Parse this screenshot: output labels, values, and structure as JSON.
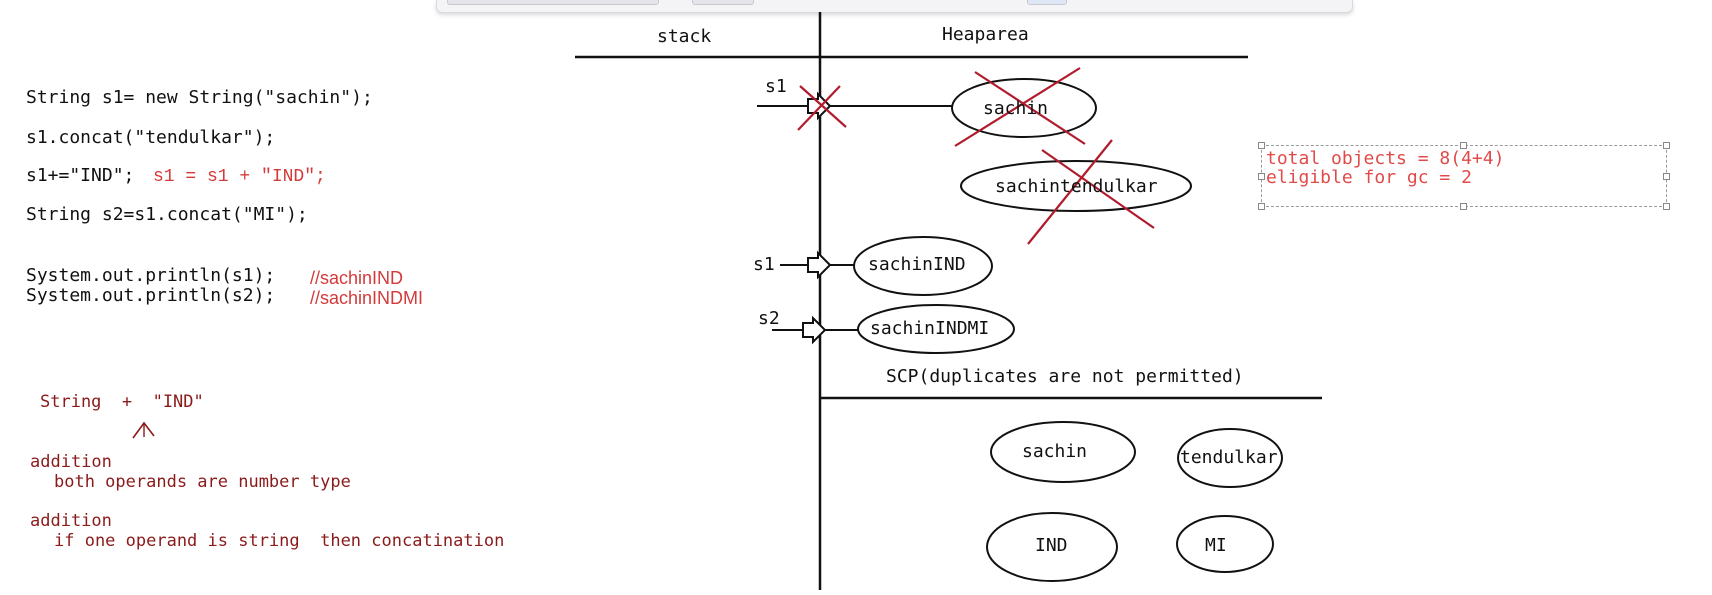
{
  "code_lines": {
    "line1": "String s1= new String(\"sachin\");",
    "line2": "s1.concat(\"tendulkar\");",
    "line3": "s1+=\"IND\";",
    "line3_note": "s1 = s1 + \"IND\";",
    "line4": "String s2=s1.concat(\"MI\");",
    "print1": "System.out.println(s1);",
    "print1_comment": "//sachinIND",
    "print2": "System.out.println(s2);",
    "print2_comment": "//sachinINDMI"
  },
  "operator_notes": {
    "expr": "String  +  \"IND\"",
    "addition1": "addition",
    "rule1": "both operands are number type",
    "addition2": "addition",
    "rule2": "if one operand is string  then concatination"
  },
  "diagram": {
    "stack_label": "stack",
    "heap_label": "Heaparea",
    "scp_label": "SCP(duplicates are not permitted)",
    "refs": {
      "s1_a": "s1",
      "s1_b": "s1",
      "s2": "s2"
    },
    "heap_objects": [
      "sachin",
      "sachintendulkar",
      "sachinIND",
      "sachinINDMI"
    ],
    "scp_objects": [
      "sachin",
      "tendulkar",
      "IND",
      "MI"
    ]
  },
  "summary": {
    "line1": "total objects = 8(4+4)",
    "line2": "eligible for gc = 2"
  },
  "colors": {
    "ink": "#111111",
    "red": "#d43a3a",
    "dark_red": "#8b1a1a",
    "cross": "#b01c2e"
  }
}
